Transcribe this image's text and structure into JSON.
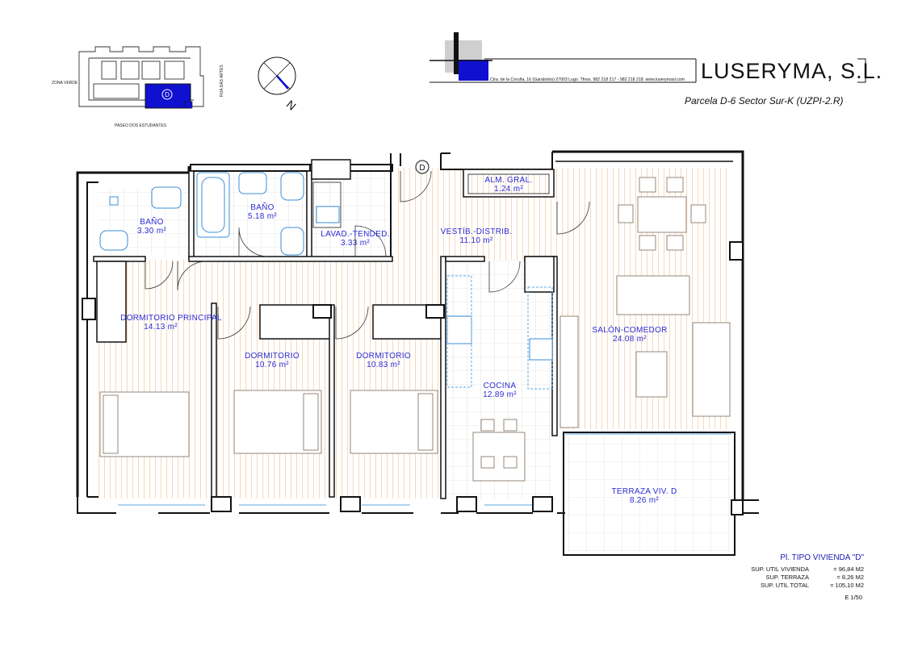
{
  "brand": {
    "company": "LUSERYMA, S.L.",
    "address": "Ctra. de la Coruña, 16 (Garabolos) 27003 Lugo. Tfnos. 982 218 217 - 982 218 218. www.luserymasl.com",
    "parcel": "Parcela D-6 Sector Sur-K (UZPI-2.R)"
  },
  "key_plan": {
    "zona_verde": "ZONA VERDE",
    "rua": "RUA DAS ARTES",
    "paseo": "PASEO DOS ESTUDANTES",
    "unit_marker": "D"
  },
  "north": "N",
  "unit_entry_marker": "D",
  "rooms": [
    {
      "name": "BAÑO",
      "area": "3.30 m²"
    },
    {
      "name": "BAÑO",
      "area": "5.18 m²"
    },
    {
      "name": "LAVAD.-TENDED.",
      "area": "3.33 m²"
    },
    {
      "name": "ALM. GRAL.",
      "area": "1.24 m²"
    },
    {
      "name": "VESTÍB.-DISTRIB.",
      "area": "11.10 m²"
    },
    {
      "name": "DORMITORIO PRINCIPAL",
      "area": "14.13 m²"
    },
    {
      "name": "DORMITORIO",
      "area": "10.76 m²"
    },
    {
      "name": "DORMITORIO",
      "area": "10.83 m²"
    },
    {
      "name": "COCINA",
      "area": "12.89 m²"
    },
    {
      "name": "SALÓN-COMEDOR",
      "area": "24.08 m²"
    },
    {
      "name": "TERRAZA VIV. D",
      "area": "8.26 m²"
    }
  ],
  "summary": {
    "title": "Pl. TIPO VIVIENDA \"D\"",
    "rows": [
      {
        "label": "SUP. UTIL VIVIENDA",
        "value": "= 96,84 M2"
      },
      {
        "label": "SUP. TERRAZA",
        "value": "= 8,26 M2"
      },
      {
        "label": "SUP. UTIL TOTAL",
        "value": "= 105,10 M2"
      }
    ],
    "scale": "E 1/50"
  },
  "colors": {
    "room_text": "#2b2bd6",
    "floor_hatch": "#f6cfa8",
    "fixture": "#3a8fd8",
    "highlight": "#1010d0",
    "wall": "#111111"
  }
}
